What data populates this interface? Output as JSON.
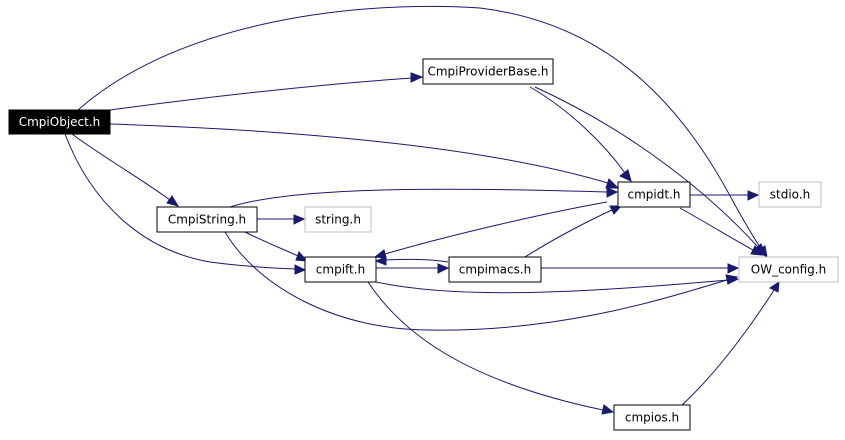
{
  "graph": {
    "colors": {
      "edge": "#191970",
      "root_fill": "#000000",
      "ghost_border": "#bfbfbf"
    },
    "nodes": {
      "cmpiobject": "CmpiObject.h",
      "cmpiproviderbase": "CmpiProviderBase.h",
      "cmpistring": "CmpiString.h",
      "string": "string.h",
      "cmpidt": "cmpidt.h",
      "stdio": "stdio.h",
      "cmpift": "cmpift.h",
      "cmpimacs": "cmpimacs.h",
      "owconfig": "OW_config.h",
      "cmpios": "cmpios.h"
    }
  }
}
